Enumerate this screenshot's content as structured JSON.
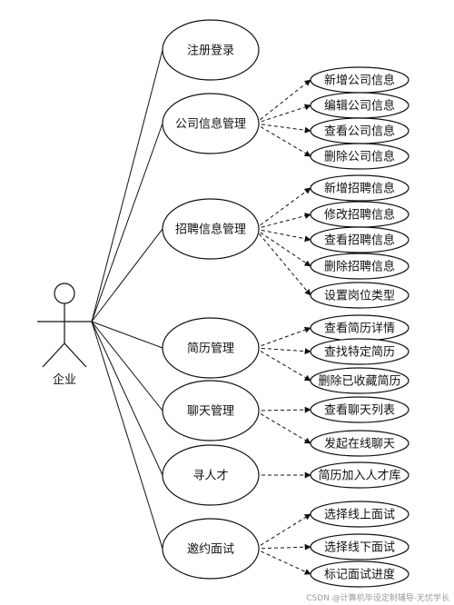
{
  "actor": {
    "name": "企业"
  },
  "use_cases": [
    {
      "label": "注册登录",
      "children": []
    },
    {
      "label": "公司信息管理",
      "children": [
        "新增公司信息",
        "编辑公司信息",
        "查看公司信息",
        "删除公司信息"
      ]
    },
    {
      "label": "招聘信息管理",
      "children": [
        "新增招聘信息",
        "修改招聘信息",
        "查看招聘信息",
        "删除招聘信息",
        "设置岗位类型"
      ]
    },
    {
      "label": "简历管理",
      "children": [
        "查看简历详情",
        "查找特定简历",
        "删除已收藏简历"
      ]
    },
    {
      "label": "聊天管理",
      "children": [
        "查看聊天列表",
        "发起在线聊天"
      ]
    },
    {
      "label": "寻人才",
      "children": [
        "简历加入人才库"
      ]
    },
    {
      "label": "邀约面试",
      "children": [
        "选择线上面试",
        "选择线下面试",
        "标记面试进度"
      ]
    }
  ],
  "watermark": "CSDN @计算机毕设定制辅导-无忧学长"
}
